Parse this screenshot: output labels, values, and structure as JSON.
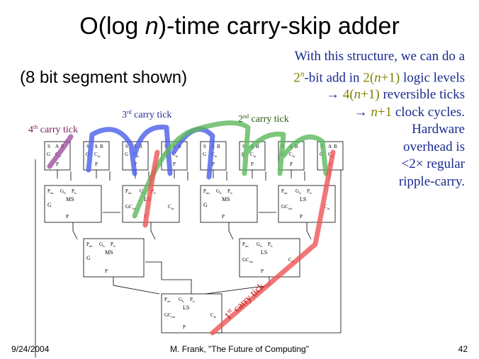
{
  "title_pre": "O(log ",
  "title_var": "n",
  "title_post": ")-time carry-skip adder",
  "subtitle": "(8 bit segment shown)",
  "note": {
    "line1": "With this structure, we can do a",
    "line2_a": "2",
    "line2_sup": "n",
    "line2_b": "-bit add in ",
    "line2_c": "2(",
    "line2_n": "n",
    "line2_d": "+1)",
    "line2_e": " logic levels",
    "line3_a": "→ ",
    "line3_b": "4(",
    "line3_n": "n",
    "line3_c": "+1)",
    "line3_d": " reversible ticks",
    "line4_a": "→ ",
    "line4_n": "n",
    "line4_b": "+1",
    "line4_c": " clock cycles.",
    "line5": "Hardware",
    "line6": "overhead is",
    "line7": "<2× regular",
    "line8": "ripple-carry."
  },
  "ticks": {
    "t4_num": "4",
    "t4_sup": "th",
    "t4_text": " carry tick",
    "t3_num": "3",
    "t3_sup": "rd",
    "t3_text": " carry tick",
    "t2_num": "2",
    "t2_sup": "nd",
    "t2_text": " carry tick",
    "t1_num": "1",
    "t1_sup": "st",
    "t1_text": " carry tick"
  },
  "cell_labels": {
    "s": "S",
    "a": "A",
    "b": "B",
    "g": "G",
    "cin": "C",
    "p": "P"
  },
  "ms_labels": {
    "pms": "P",
    "gls": "G",
    "pls": "P",
    "ms": "MS",
    "g": "G",
    "p": "P"
  },
  "ls_labels": {
    "pms": "P",
    "gls": "G",
    "pls": "P",
    "ls": "LS",
    "gcout": "GC",
    "cin": "C",
    "p": "P"
  },
  "footer": {
    "date": "9/24/2004",
    "center": "M. Frank, \"The Future of Computing\"",
    "page": "42"
  },
  "colors": {
    "tick4": "#a050a0",
    "tick3": "#4a5ee8",
    "tick2": "#5cb85c",
    "tick1": "#ee5555",
    "note_blue": "#1a2a8f",
    "note_olive": "#808000",
    "tick4_text": "#7a1a5a",
    "tick3_text": "#2a2aa0",
    "tick1_text": "#b01010"
  }
}
